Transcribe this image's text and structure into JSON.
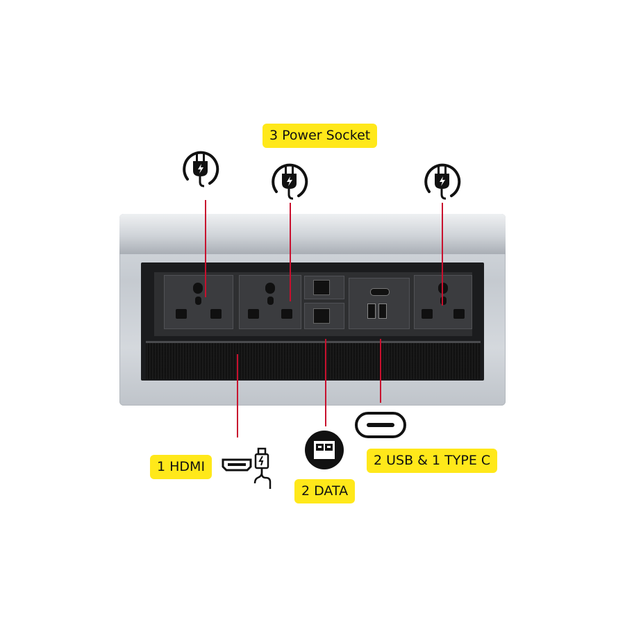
{
  "labels": {
    "power": "3  Power Socket",
    "hdmi": "1 HDMI",
    "data": "2 DATA",
    "usb": "2 USB & 1 TYPE C"
  },
  "icons": {
    "power_plug": "power-plug-icon",
    "hdmi": "hdmi-cable-icon",
    "data": "ethernet-port-icon",
    "usb_c": "usb-c-port-icon"
  },
  "colors": {
    "label_bg": "#ffe81a",
    "callout_line": "#c8102e",
    "frame": "#c5cad0",
    "module": "#3b3c3f"
  }
}
